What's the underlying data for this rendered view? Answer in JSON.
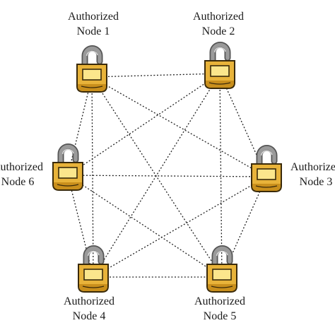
{
  "nodes": [
    {
      "id": "1",
      "line1": "Authorized",
      "line2": "Node 1"
    },
    {
      "id": "2",
      "line1": "Authorized",
      "line2": "Node 2"
    },
    {
      "id": "3",
      "line1": "Authorized",
      "line2": "Node 3"
    },
    {
      "id": "4",
      "line1": "Authorized",
      "line2": "Node 4"
    },
    {
      "id": "5",
      "line1": "Authorized",
      "line2": "Node 5"
    },
    {
      "id": "6",
      "line1": "Authorized",
      "line2": "Node 6"
    }
  ],
  "connections": [
    [
      "1",
      "2"
    ],
    [
      "1",
      "3"
    ],
    [
      "1",
      "4"
    ],
    [
      "1",
      "5"
    ],
    [
      "1",
      "6"
    ],
    [
      "2",
      "3"
    ],
    [
      "2",
      "4"
    ],
    [
      "2",
      "5"
    ],
    [
      "2",
      "6"
    ],
    [
      "3",
      "4"
    ],
    [
      "3",
      "5"
    ],
    [
      "3",
      "6"
    ],
    [
      "4",
      "5"
    ],
    [
      "4",
      "6"
    ],
    [
      "5",
      "6"
    ]
  ],
  "colors": {
    "lock_body": "#e8b33a",
    "lock_body_dark": "#c98f1c",
    "lock_outline": "#3a2a0a",
    "lock_window": "#fbe68c",
    "shackle": "#9a9a9a",
    "shackle_dark": "#555555",
    "edge": "#222222"
  },
  "icons": {
    "node": "padlock-open-icon"
  }
}
